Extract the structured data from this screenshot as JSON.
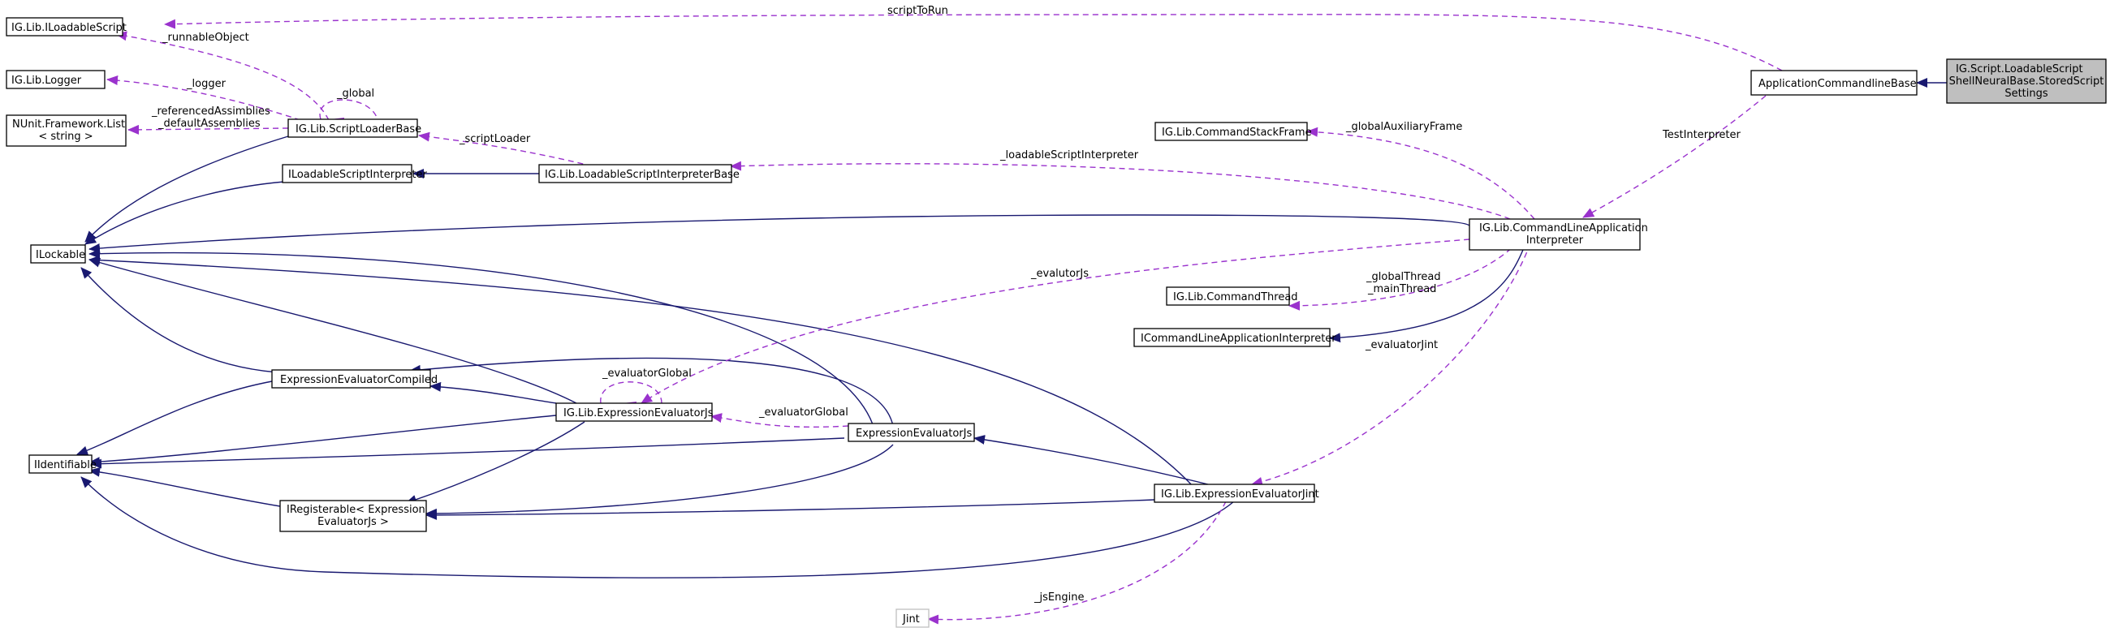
{
  "colors": {
    "inheritance": "#191970",
    "usage": "#9a32cd",
    "highlight_fill": "#bfbfbf"
  },
  "nodes": {
    "loadableScript": [
      "IG.Lib.ILoadableScript"
    ],
    "logger": [
      "IG.Lib.Logger"
    ],
    "nunitList": [
      "NUnit.Framework.List",
      "< string >"
    ],
    "scriptLoaderBase": [
      "IG.Lib.ScriptLoaderBase"
    ],
    "iloadableInterp": [
      "ILoadableScriptInterpreter"
    ],
    "loadableInterpBase": [
      "IG.Lib.LoadableScriptInterpreterBase"
    ],
    "ilockable": [
      "ILockable"
    ],
    "iidentifiable": [
      "IIdentifiable"
    ],
    "exprEvalCompiled": [
      "ExpressionEvaluatorCompiled"
    ],
    "igExprEvalJs": [
      "IG.Lib.ExpressionEvaluatorJs"
    ],
    "exprEvalJs": [
      "ExpressionEvaluatorJs"
    ],
    "iregisterable": [
      "IRegisterable< Expression",
      "EvaluatorJs >"
    ],
    "exprEvalJint": [
      "IG.Lib.ExpressionEvaluatorJint"
    ],
    "jint": [
      "Jint"
    ],
    "cmdStackFrame": [
      "IG.Lib.CommandStackFrame"
    ],
    "cmdThread": [
      "IG.Lib.CommandThread"
    ],
    "icmdLineInterp": [
      "ICommandLineApplicationInterpreter"
    ],
    "cmdLineInterp": [
      "IG.Lib.CommandLineApplication",
      "Interpreter"
    ],
    "appCmdBase": [
      "ApplicationCommandlineBase"
    ],
    "storedSettings": [
      "IG.Script.LoadableScript",
      "ShellNeuralBase.StoredScript",
      "Settings"
    ]
  },
  "edge_labels": {
    "scriptToRun": [
      "scriptToRun"
    ],
    "runnableObject": [
      "_runnableObject"
    ],
    "logger": [
      "_logger"
    ],
    "global": [
      "_global"
    ],
    "referenced": [
      "_referencedAssimblies",
      "_defaultAssemblies"
    ],
    "scriptLoader": [
      "_scriptLoader"
    ],
    "globalAux": [
      "_globalAuxiliaryFrame"
    ],
    "testInterp": [
      "TestInterpreter"
    ],
    "loadableInterp": [
      "_loadableScriptInterpreter"
    ],
    "evalutorJs": [
      "_evalutorJs"
    ],
    "threads": [
      "_globalThread",
      "_mainThread"
    ],
    "evalGlobalSelf": [
      "_evaluatorGlobal"
    ],
    "evalGlobal": [
      "_evaluatorGlobal"
    ],
    "evalJint": [
      "_evaluatorJint"
    ],
    "jsEngine": [
      "_jsEngine"
    ]
  }
}
